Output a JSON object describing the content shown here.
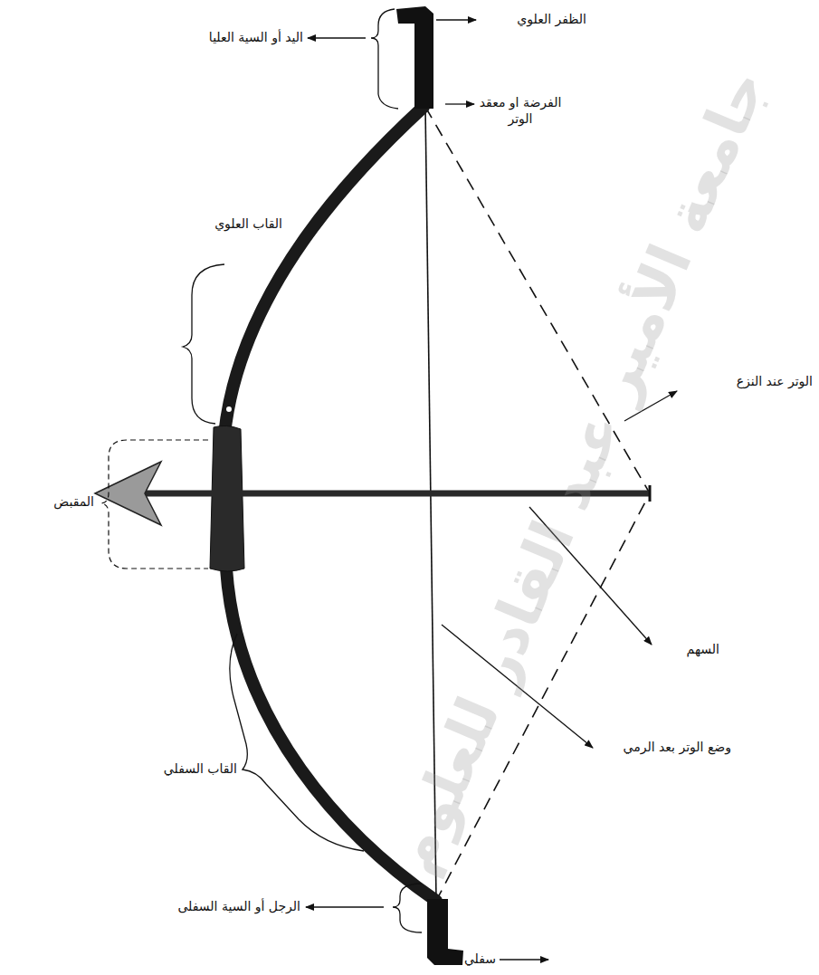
{
  "diagram": {
    "labels": [
      "الظفر العلوي",
      "اليد أو السية العليا",
      "الفرضة او معقد الوتر",
      "القاب العلوي",
      "الوتر عند النزع",
      "المقبض",
      "السهم",
      "وضع الوتر بعد الرمي",
      "القاب السفلي",
      "الرجل أو السية السفلى",
      "سفلي",
      "جامعة الأمير عبد القادر للعلوم"
    ]
  }
}
